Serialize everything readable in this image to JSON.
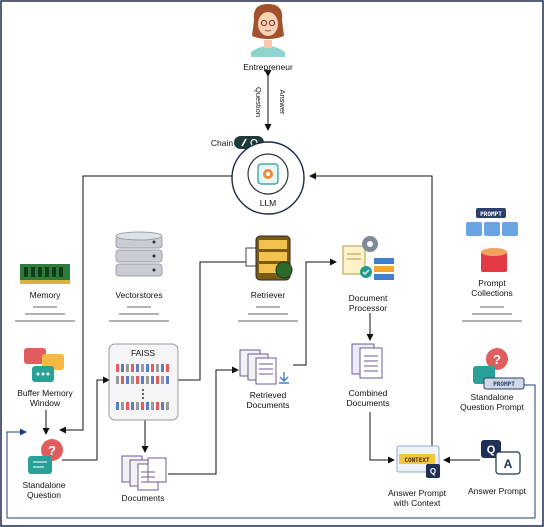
{
  "nodes": {
    "entrepreneur": "Entrepreneur",
    "question": "Question",
    "answer": "Answer",
    "chain": "Chain",
    "llm": "LLM",
    "memory": "Memory",
    "vectorstores": "Vectorstores",
    "retriever": "Retriever",
    "document_processor": [
      "Document",
      "Processor"
    ],
    "prompt_collections": [
      "Prompt",
      "Collections"
    ],
    "faiss": "FAISS",
    "buffer_memory_window": [
      "Buffer Memory",
      "Window"
    ],
    "retrieved_documents": [
      "Retrieved",
      "Documents"
    ],
    "combined_documents": [
      "Combined",
      "Documents"
    ],
    "standalone_question_prompt": [
      "Standalone",
      "Question Prompt"
    ],
    "standalone_question": [
      "Standalone",
      "Question"
    ],
    "documents": "Documents",
    "answer_prompt_with_context": [
      "Answer Prompt",
      "with Context"
    ],
    "answer_prompt": "Answer Prompt"
  },
  "icon_text": {
    "prompt_tag": "PROMPT",
    "context_tag": "CONTEXT",
    "q_letter": "Q",
    "a_letter": "A"
  },
  "colors": {
    "border": "#1e2a4a",
    "edge": "#111111",
    "edge_blue": "#1f3d78",
    "teal": "#1a9e8f",
    "context_yellow": "#f5c542"
  }
}
